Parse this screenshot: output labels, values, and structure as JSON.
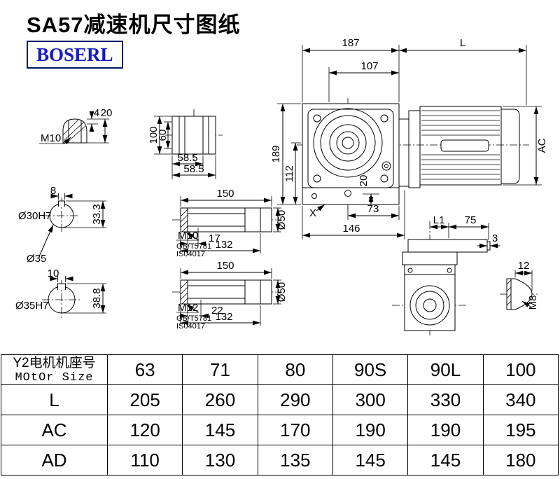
{
  "header": {
    "title": "SA57减速机尺寸图纸",
    "brand": "BOSERL"
  },
  "drawing": {
    "shaft_end_detail": {
      "thread": "M10",
      "dim_4": "4",
      "dim_20": "20"
    },
    "flange_view": {
      "dim_100": "100",
      "dim_60": "60",
      "dim_58_5_a": "58.5",
      "dim_58_5_b": "58.5"
    },
    "main_view": {
      "dim_187": "187",
      "dim_L": "L",
      "dim_107": "107",
      "dim_189": "189",
      "dim_112": "112",
      "dim_20": "20",
      "dim_73": "73",
      "dim_146": "146",
      "label_X": "X",
      "dim_AC": "AC"
    },
    "hollow_shaft_30": {
      "dim_8": "8",
      "bore": "Ø30H7",
      "dim_33_3": "33.3",
      "outer": "Ø35"
    },
    "shaft_section_1": {
      "dim_150": "150",
      "thread": "M10",
      "std_1": "GB/T5781",
      "std_2": "IS04017",
      "dim_17": "17",
      "dim_132": "132",
      "dia": "Ø50"
    },
    "hollow_shaft_35": {
      "dim_10": "10",
      "bore": "Ø35H7",
      "dim_38_8": "38.8"
    },
    "shaft_section_2": {
      "dim_150": "150",
      "thread": "M12",
      "std_1": "GB/T5781",
      "std_2": "IS04017",
      "dim_22": "22",
      "dim_132": "132",
      "dia": "Ø50"
    },
    "side_view": {
      "dim_L1": "L1",
      "dim_75": "75",
      "dim_3": "3",
      "dim_12": "12",
      "dim_M8": "M8"
    }
  },
  "table": {
    "row_header": {
      "line1": "Y2电机机座号",
      "line2": "MOtOr Size"
    },
    "motor_sizes": [
      "63",
      "71",
      "80",
      "90S",
      "90L",
      "100"
    ],
    "rows": [
      {
        "label": "L",
        "values": [
          "205",
          "260",
          "290",
          "300",
          "330",
          "340"
        ]
      },
      {
        "label": "AC",
        "values": [
          "120",
          "145",
          "170",
          "190",
          "190",
          "195"
        ]
      },
      {
        "label": "AD",
        "values": [
          "110",
          "130",
          "135",
          "145",
          "145",
          "180"
        ]
      }
    ]
  }
}
